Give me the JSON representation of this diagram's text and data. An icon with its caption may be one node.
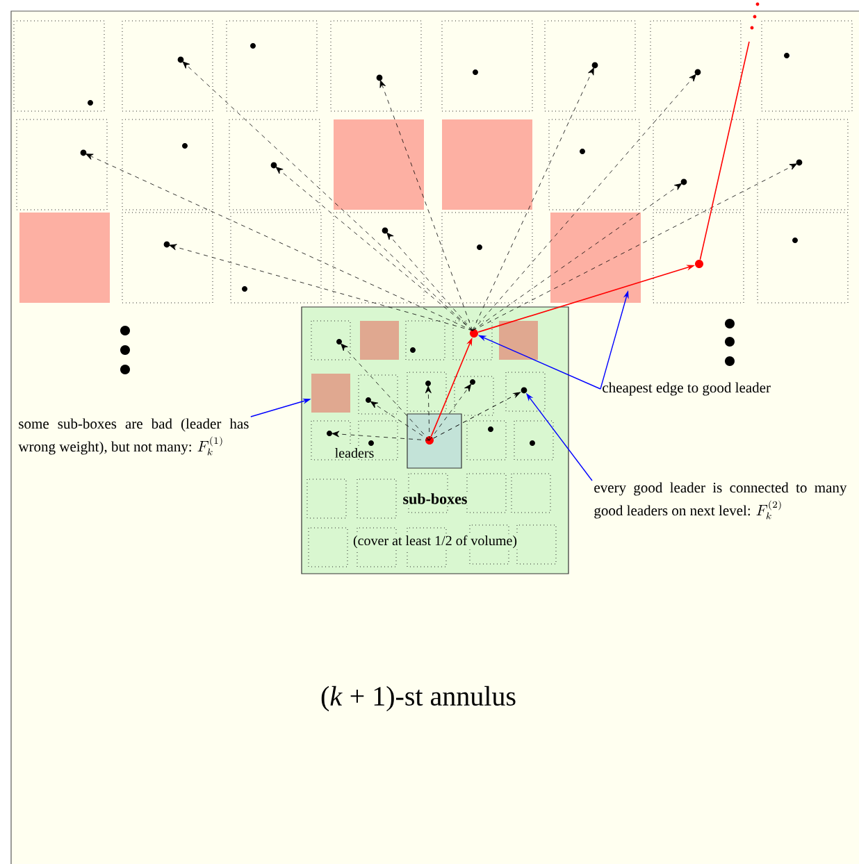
{
  "diagram": {
    "nodes": [
      {
        "text": [
          "sub-boxes",
          "(cover at least 1/2 of volume)"
        ]
      },
      {
        "text": [],
        "shape": "box",
        "in": 0
      },
      {
        "text": [
          "some sub-boxes are bad (leader has wrong weight), but not many:",
          "F_k^{(1)}"
        ]
      },
      {
        "text": [
          "cheapest edge to good leader"
        ]
      },
      {
        "text": [
          "every good leader is connected to many good leaders on next level:",
          "F_k^{(2)}"
        ]
      },
      {
        "text": [],
        "shape": "circle",
        "in": 0
      },
      {
        "text": [],
        "shape": "circle",
        "in": 0
      },
      {
        "text": [],
        "shape": "circle"
      },
      {
        "text": [],
        "shape": "circle",
        "in": 0
      }
    ],
    "edges": [
      {
        "from": 2,
        "to": 1,
        "arrow": "to"
      },
      {
        "from": 3,
        "to": null,
        "arrow": "to"
      },
      {
        "from": 3,
        "to": 6,
        "arrow": "to"
      },
      {
        "from": 4,
        "to": 8,
        "arrow": "to"
      },
      {
        "from": 5,
        "to": 6,
        "arrow": "to",
        "color": "#ff0000"
      },
      {
        "from": 6,
        "to": 7,
        "arrow": "to",
        "color": "#ff0000"
      },
      {
        "from": 7,
        "to": null,
        "arrow": "none",
        "color": "#ff0000"
      },
      {
        "from": 5,
        "to": 8,
        "arrow": "to",
        "style": "dashed",
        "color": "#000000"
      }
    ],
    "labels": [
      "leaders",
      "(*k* + 1)-st annulus"
    ]
  }
}
